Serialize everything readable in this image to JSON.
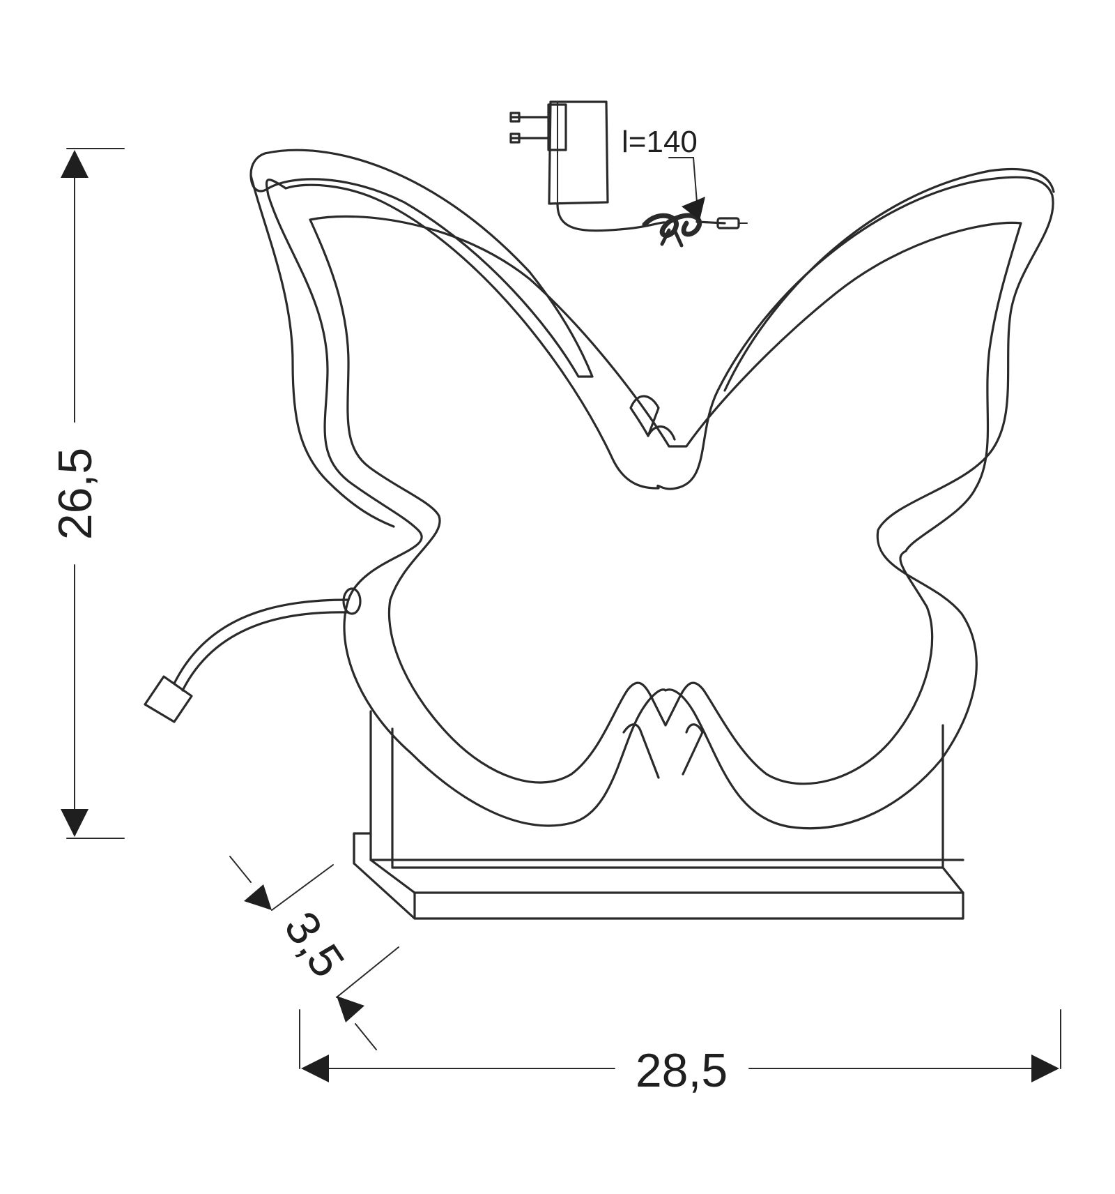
{
  "dimensions": {
    "height": "26,5",
    "width": "28,5",
    "depth": "3,5"
  },
  "adapter": {
    "cable_length_label": "l=140"
  },
  "colors": {
    "line": "#2a2a2a",
    "background": "#ffffff"
  },
  "icons": {
    "product": "butterfly-lamp-icon",
    "adapter": "power-adapter-icon",
    "plug": "plug-connector-icon"
  }
}
